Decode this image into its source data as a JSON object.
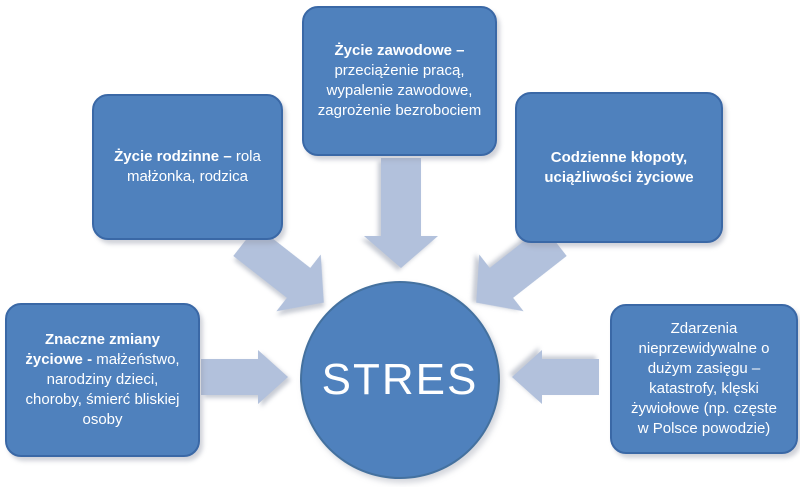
{
  "center": {
    "label": "STRES"
  },
  "boxes": {
    "top": {
      "bold": "Życie zawodowe –",
      "rest": "przeciążenie pracą, wypalenie zawodowe, zagrożenie bezrobociem"
    },
    "family": {
      "bold": "Życie rodzinne –",
      "rest": "rola małżonka, rodzica"
    },
    "daily": {
      "bold": "Codzienne kłopoty, uciążliwości życiowe",
      "rest": ""
    },
    "life_changes": {
      "bold": "Znaczne zmiany życiowe -",
      "rest": "małżeństwo, narodziny dzieci, choroby, śmierć bliskiej osoby"
    },
    "events": {
      "bold": "",
      "rest": "Zdarzenia nieprzewidywalne o dużym zasięgu – katastrofy, klęski żywiołowe (np. częste w Polsce powodzie)"
    }
  },
  "colors": {
    "box_fill": "#4f81bd",
    "box_border": "#3a68a6",
    "arrow_fill": "#b2c1dc",
    "circle_fill": "#4f81bd",
    "text": "#ffffff"
  }
}
